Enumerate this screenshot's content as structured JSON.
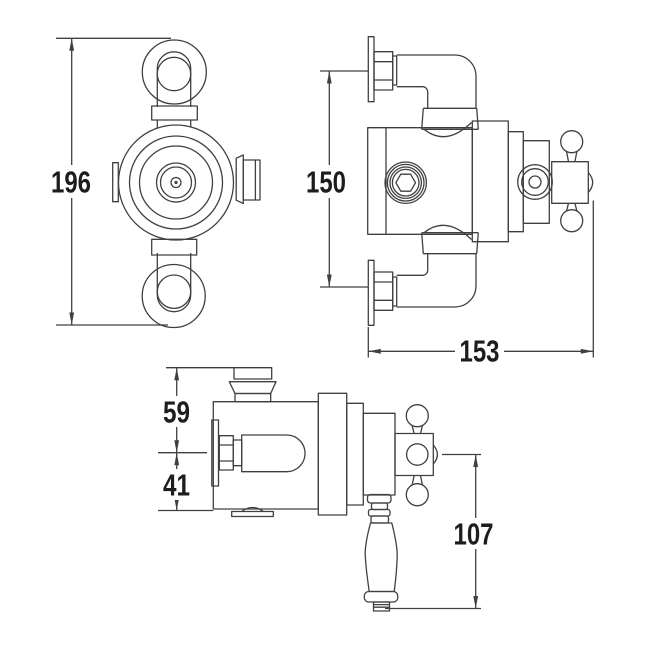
{
  "drawing": {
    "background": "#ffffff",
    "line_color": "#404040",
    "text_color": "#1d1d1d",
    "dimensions": {
      "d196": "196",
      "d150": "150",
      "d153": "153",
      "d59": "59",
      "d41": "41",
      "d107": "107"
    }
  }
}
